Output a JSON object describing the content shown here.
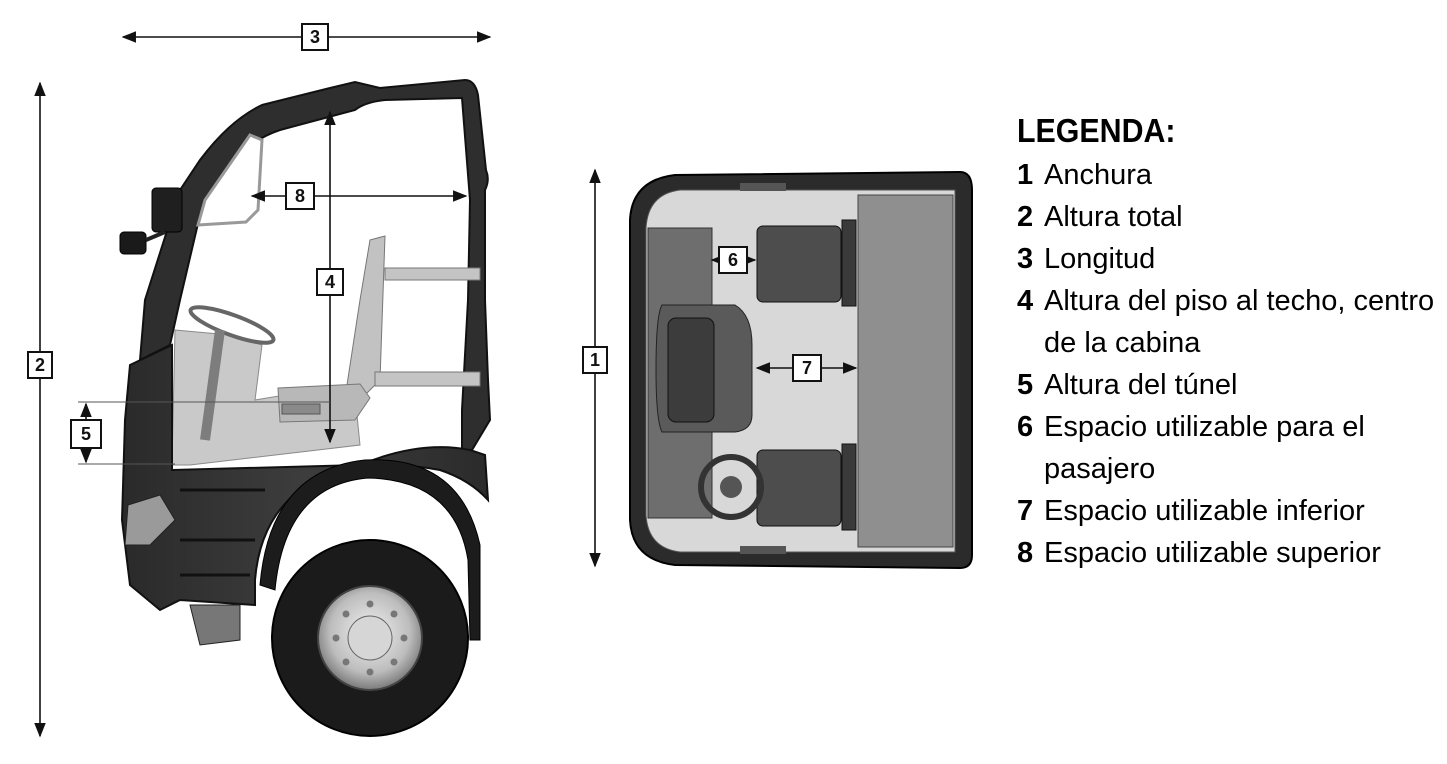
{
  "legend": {
    "title": "LEGENDA:",
    "items": [
      {
        "num": "1",
        "text": "Anchura"
      },
      {
        "num": "2",
        "text": "Altura total"
      },
      {
        "num": "3",
        "text": "Longitud"
      },
      {
        "num": "4",
        "text": "Altura del piso al techo, centro de la cabina"
      },
      {
        "num": "5",
        "text": "Altura del túnel"
      },
      {
        "num": "6",
        "text": "Espacio utilizable para el pasajero"
      },
      {
        "num": "7",
        "text": "Espacio utilizable inferior"
      },
      {
        "num": "8",
        "text": "Espacio utilizable superior"
      }
    ]
  },
  "markers": {
    "m1": "1",
    "m2": "2",
    "m3": "3",
    "m4": "4",
    "m5": "5",
    "m6": "6",
    "m7": "7",
    "m8": "8"
  }
}
